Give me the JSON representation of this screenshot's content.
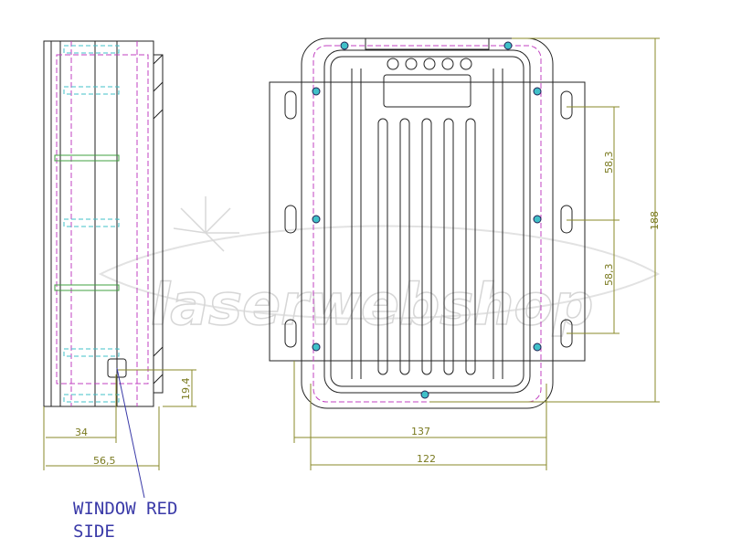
{
  "dimensions": {
    "side_depth": "34",
    "side_total_depth": "56,5",
    "window_height": "19,4",
    "hole_spacing_top": "58,3",
    "hole_spacing_bottom": "58,3",
    "total_height": "188",
    "width_outer": "137",
    "width_body": "122"
  },
  "note": {
    "line1": "WINDOW RED",
    "line2": "SIDE"
  },
  "watermark": "laserwebshop",
  "colors": {
    "outline": "#222222",
    "hidden_magenta": "#c040c0",
    "hidden_cyan": "#40c0c8",
    "dimension": "#8a8a2a",
    "note": "#3a3aa8"
  }
}
